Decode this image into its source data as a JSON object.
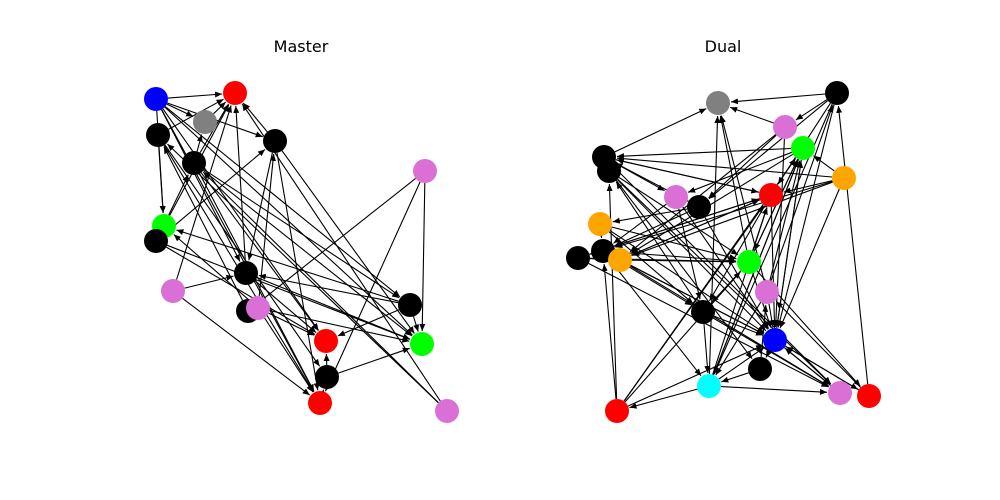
{
  "colors": {
    "black": "#000000",
    "blue": "#0000ff",
    "red": "#ff0000",
    "gray": "#808080",
    "green": "#00ff00",
    "violet": "#da70d6",
    "orange": "#ffa500",
    "cyan": "#00ffff"
  },
  "panels": [
    {
      "id": "master",
      "title": "Master",
      "nodes": [
        {
          "id": "m0",
          "color": "blue"
        },
        {
          "id": "m1",
          "color": "red"
        },
        {
          "id": "m2",
          "color": "black"
        },
        {
          "id": "m3",
          "color": "gray"
        },
        {
          "id": "m4",
          "color": "black"
        },
        {
          "id": "m5",
          "color": "black"
        },
        {
          "id": "m6",
          "color": "violet"
        },
        {
          "id": "m7",
          "color": "green"
        },
        {
          "id": "m8",
          "color": "black"
        },
        {
          "id": "m9",
          "color": "black"
        },
        {
          "id": "m10",
          "color": "violet"
        },
        {
          "id": "m11",
          "color": "black"
        },
        {
          "id": "m12",
          "color": "violet"
        },
        {
          "id": "m13",
          "color": "black"
        },
        {
          "id": "m14",
          "color": "red"
        },
        {
          "id": "m15",
          "color": "green"
        },
        {
          "id": "m16",
          "color": "black"
        },
        {
          "id": "m17",
          "color": "red"
        },
        {
          "id": "m18",
          "color": "violet"
        }
      ],
      "edges": [
        [
          "m0",
          "m1"
        ],
        [
          "m0",
          "m3"
        ],
        [
          "m0",
          "m5"
        ],
        [
          "m0",
          "m9"
        ],
        [
          "m0",
          "m14"
        ],
        [
          "m0",
          "m17"
        ],
        [
          "m0",
          "m15"
        ],
        [
          "m0",
          "m13"
        ],
        [
          "m0",
          "m7"
        ],
        [
          "m2",
          "m1"
        ],
        [
          "m2",
          "m7"
        ],
        [
          "m2",
          "m17"
        ],
        [
          "m2",
          "m16"
        ],
        [
          "m3",
          "m1"
        ],
        [
          "m4",
          "m3"
        ],
        [
          "m4",
          "m13"
        ],
        [
          "m4",
          "m17"
        ],
        [
          "m4",
          "m14"
        ],
        [
          "m4",
          "m15"
        ],
        [
          "m4",
          "m1"
        ],
        [
          "m5",
          "m1"
        ],
        [
          "m5",
          "m17"
        ],
        [
          "m5",
          "m9"
        ],
        [
          "m5",
          "m15"
        ],
        [
          "m8",
          "m1"
        ],
        [
          "m8",
          "m15"
        ],
        [
          "m8",
          "m5"
        ],
        [
          "m8",
          "m4"
        ],
        [
          "m8",
          "m7"
        ],
        [
          "m8",
          "m14"
        ],
        [
          "m6",
          "m11"
        ],
        [
          "m6",
          "m17"
        ],
        [
          "m6",
          "m15"
        ],
        [
          "m9",
          "m1"
        ],
        [
          "m9",
          "m15"
        ],
        [
          "m9",
          "m14"
        ],
        [
          "m10",
          "m1"
        ],
        [
          "m10",
          "m9"
        ],
        [
          "m10",
          "m17"
        ],
        [
          "m11",
          "m12"
        ],
        [
          "m11",
          "m2"
        ],
        [
          "m12",
          "m14"
        ],
        [
          "m12",
          "m15"
        ],
        [
          "m12",
          "m5"
        ],
        [
          "m12",
          "m7"
        ],
        [
          "m12",
          "m17"
        ],
        [
          "m13",
          "m14"
        ],
        [
          "m13",
          "m9"
        ],
        [
          "m13",
          "m7"
        ],
        [
          "m13",
          "m15"
        ],
        [
          "m16",
          "m14"
        ],
        [
          "m16",
          "m15"
        ],
        [
          "m17",
          "m16"
        ],
        [
          "m18",
          "m4"
        ],
        [
          "m18",
          "m1"
        ],
        [
          "m18",
          "m2"
        ]
      ]
    },
    {
      "id": "dual",
      "title": "Dual",
      "nodes": [
        {
          "id": "d0",
          "color": "gray"
        },
        {
          "id": "d1",
          "color": "black"
        },
        {
          "id": "d2",
          "color": "violet"
        },
        {
          "id": "d3",
          "color": "green"
        },
        {
          "id": "d4",
          "color": "black"
        },
        {
          "id": "d5",
          "color": "black"
        },
        {
          "id": "d6",
          "color": "orange"
        },
        {
          "id": "d7",
          "color": "violet"
        },
        {
          "id": "d8",
          "color": "black"
        },
        {
          "id": "d9",
          "color": "red"
        },
        {
          "id": "d10",
          "color": "orange"
        },
        {
          "id": "d11",
          "color": "black"
        },
        {
          "id": "d12",
          "color": "black"
        },
        {
          "id": "d13",
          "color": "orange"
        },
        {
          "id": "d14",
          "color": "green"
        },
        {
          "id": "d15",
          "color": "violet"
        },
        {
          "id": "d16",
          "color": "black"
        },
        {
          "id": "d17",
          "color": "blue"
        },
        {
          "id": "d18",
          "color": "black"
        },
        {
          "id": "d19",
          "color": "cyan"
        },
        {
          "id": "d20",
          "color": "violet"
        },
        {
          "id": "d21",
          "color": "red"
        },
        {
          "id": "d22",
          "color": "red"
        }
      ],
      "edges": [
        [
          "d1",
          "d0"
        ],
        [
          "d1",
          "d2"
        ],
        [
          "d1",
          "d8"
        ],
        [
          "d1",
          "d17"
        ],
        [
          "d1",
          "d9"
        ],
        [
          "d1",
          "d19"
        ],
        [
          "d2",
          "d0"
        ],
        [
          "d2",
          "d13"
        ],
        [
          "d2",
          "d17"
        ],
        [
          "d2",
          "d8"
        ],
        [
          "d3",
          "d4"
        ],
        [
          "d3",
          "d7"
        ],
        [
          "d3",
          "d17"
        ],
        [
          "d3",
          "d14"
        ],
        [
          "d3",
          "d13"
        ],
        [
          "d3",
          "d19"
        ],
        [
          "d5",
          "d14"
        ],
        [
          "d5",
          "d17"
        ],
        [
          "d5",
          "d18"
        ],
        [
          "d5",
          "d20"
        ],
        [
          "d6",
          "d4"
        ],
        [
          "d6",
          "d3"
        ],
        [
          "d6",
          "d13"
        ],
        [
          "d6",
          "d17"
        ],
        [
          "d6",
          "d12"
        ],
        [
          "d6",
          "d9"
        ],
        [
          "d7",
          "d17"
        ],
        [
          "d7",
          "d16"
        ],
        [
          "d7",
          "d12"
        ],
        [
          "d8",
          "d4"
        ],
        [
          "d8",
          "d17"
        ],
        [
          "d8",
          "d12"
        ],
        [
          "d8",
          "d10"
        ],
        [
          "d9",
          "d4"
        ],
        [
          "d9",
          "d13"
        ],
        [
          "d9",
          "d17"
        ],
        [
          "d9",
          "d11"
        ],
        [
          "d9",
          "d16"
        ],
        [
          "d10",
          "d12"
        ],
        [
          "d10",
          "d16"
        ],
        [
          "d10",
          "d17"
        ],
        [
          "d10",
          "d14"
        ],
        [
          "d11",
          "d13"
        ],
        [
          "d11",
          "d9"
        ],
        [
          "d11",
          "d14"
        ],
        [
          "d11",
          "d20"
        ],
        [
          "d12",
          "d19"
        ],
        [
          "d12",
          "d17"
        ],
        [
          "d12",
          "d14"
        ],
        [
          "d12",
          "d16"
        ],
        [
          "d13",
          "d14"
        ],
        [
          "d13",
          "d17"
        ],
        [
          "d13",
          "d20"
        ],
        [
          "d13",
          "d9"
        ],
        [
          "d14",
          "d9"
        ],
        [
          "d14",
          "d3"
        ],
        [
          "d14",
          "d0"
        ],
        [
          "d14",
          "d17"
        ],
        [
          "d14",
          "d16"
        ],
        [
          "d14",
          "d21"
        ],
        [
          "d15",
          "d0"
        ],
        [
          "d15",
          "d17"
        ],
        [
          "d15",
          "d3"
        ],
        [
          "d15",
          "d19"
        ],
        [
          "d15",
          "d1"
        ],
        [
          "d16",
          "d17"
        ],
        [
          "d16",
          "d20"
        ],
        [
          "d16",
          "d19"
        ],
        [
          "d16",
          "d5"
        ],
        [
          "d17",
          "d21"
        ],
        [
          "d17",
          "d20"
        ],
        [
          "d17",
          "d18"
        ],
        [
          "d17",
          "d3"
        ],
        [
          "d18",
          "d19"
        ],
        [
          "d18",
          "d15"
        ],
        [
          "d19",
          "d20"
        ],
        [
          "d19",
          "d22"
        ],
        [
          "d19",
          "d0"
        ],
        [
          "d19",
          "d9"
        ],
        [
          "d19",
          "d17"
        ],
        [
          "d19",
          "d3"
        ],
        [
          "d20",
          "d17"
        ],
        [
          "d21",
          "d1"
        ],
        [
          "d21",
          "d17"
        ],
        [
          "d21",
          "d15"
        ],
        [
          "d22",
          "d12"
        ],
        [
          "d22",
          "d5"
        ],
        [
          "d22",
          "d14"
        ],
        [
          "d22",
          "d3"
        ],
        [
          "d22",
          "d17"
        ],
        [
          "d22",
          "d9"
        ],
        [
          "d4",
          "d5"
        ],
        [
          "d4",
          "d9"
        ],
        [
          "d4",
          "d0"
        ],
        [
          "d4",
          "d20"
        ],
        [
          "d4",
          "d7"
        ]
      ]
    }
  ]
}
